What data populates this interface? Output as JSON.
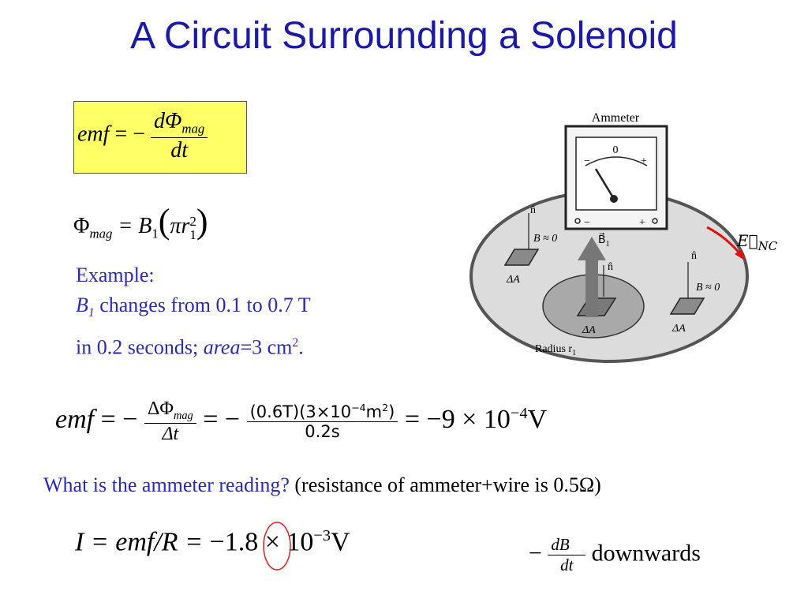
{
  "slide": {
    "title": "A Circuit Surrounding a Solenoid",
    "formula1": {
      "lhs": "emf",
      "eq": "= −",
      "num": "dΦ",
      "num_sub": "mag",
      "den": "dt"
    },
    "formula2": {
      "phi": "Φ",
      "phi_sub": "mag",
      "eq": "= B",
      "b_sub": "1",
      "open": "(",
      "pi_r": "πr",
      "r_sup": "2",
      "r_sub": "1",
      "close": ")"
    },
    "example": {
      "line1": "Example:",
      "b1": "B",
      "b1_sub": "1",
      "line2_rest": " changes from 0.1 to 0.7 T",
      "line3_start": "in 0.2 seconds; ",
      "area_word": "area",
      "area_rest": "=3 cm",
      "area_sup": "2",
      "area_end": "."
    },
    "formula3": {
      "lhs": "emf",
      "eq1": "= −",
      "f1_num": "ΔΦ",
      "f1_num_sub": "mag",
      "f1_den": "Δt",
      "eq2": "= −",
      "f2_num": "(0.6T)(3×10",
      "f2_num_sup": "−4",
      "f2_num_end": "m",
      "f2_num_sup2": "2",
      "f2_num_close": ")",
      "f2_den": "0.2s",
      "result": "= −9 × 10",
      "result_sup": "−4",
      "result_unit": "V"
    },
    "question": {
      "blue": "What is the ammeter reading?",
      "black": " (resistance of ammeter+wire is 0.5Ω)"
    },
    "formula4": {
      "lhs": "I = emf/R = ",
      "minus": "−",
      "value": "1.8 × 10",
      "sup": "−3",
      "unit": "V"
    },
    "formula5": {
      "minus": "−",
      "num": "dB⃗",
      "den": "dt",
      "word": "downwards"
    },
    "diagram": {
      "ammeter": "Ammeter",
      "zero": "0",
      "minus": "−",
      "plus": "+",
      "n_hat": "n̂",
      "b_approx": "B ≈ 0",
      "b1": "B⃗",
      "b1_sub": "1",
      "delta_a": "ΔA",
      "radius": "Radius r",
      "radius_sub": "1",
      "enc": "E⃗",
      "enc_sub": "NC"
    },
    "colors": {
      "title": "#1a1aa6",
      "blue_text": "#2a2ab8",
      "yellow_box": "#ffff66",
      "arrow_red": "#e01010",
      "circle_red": "#e02020"
    }
  }
}
